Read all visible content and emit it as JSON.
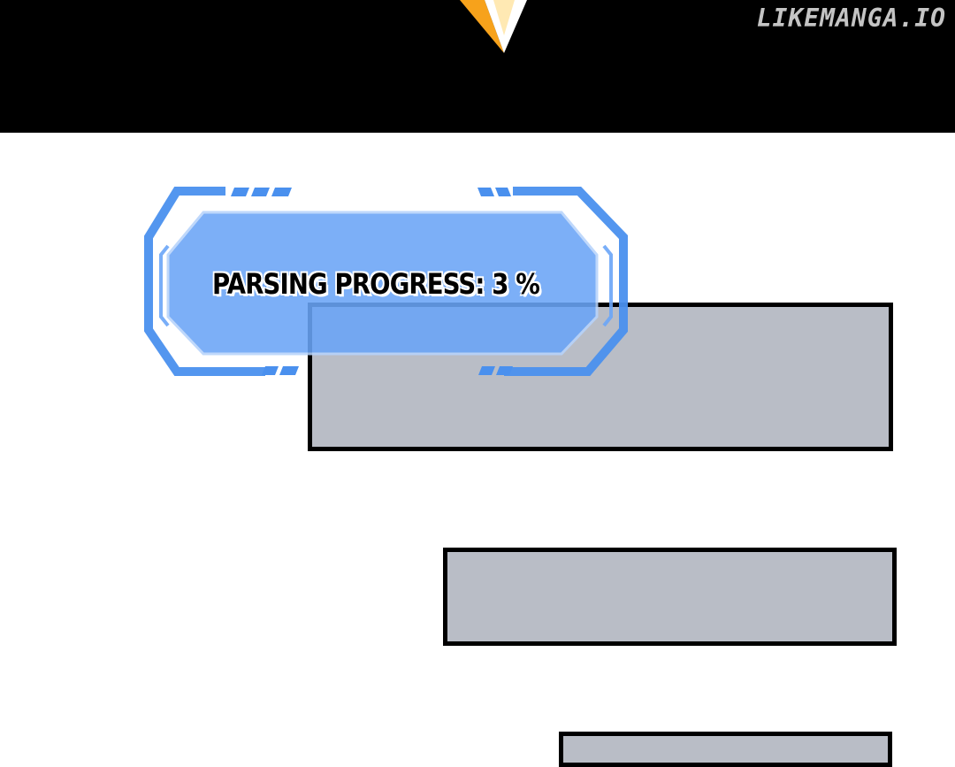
{
  "watermark": "LIKEMANGA.IO",
  "hud": {
    "label": "PARSING PROGRESS: 3 %",
    "progress_percent": 3
  },
  "colors": {
    "background": "#ffffff",
    "top_band": "#000000",
    "hud_blue": "#4a90ee",
    "hud_fill": "#6aa5f7",
    "panel_fill": "#b9bdc6",
    "panel_border": "#000000",
    "flame_orange": "#f7a21b"
  },
  "icons": {
    "flame": "flame-tip-icon"
  }
}
